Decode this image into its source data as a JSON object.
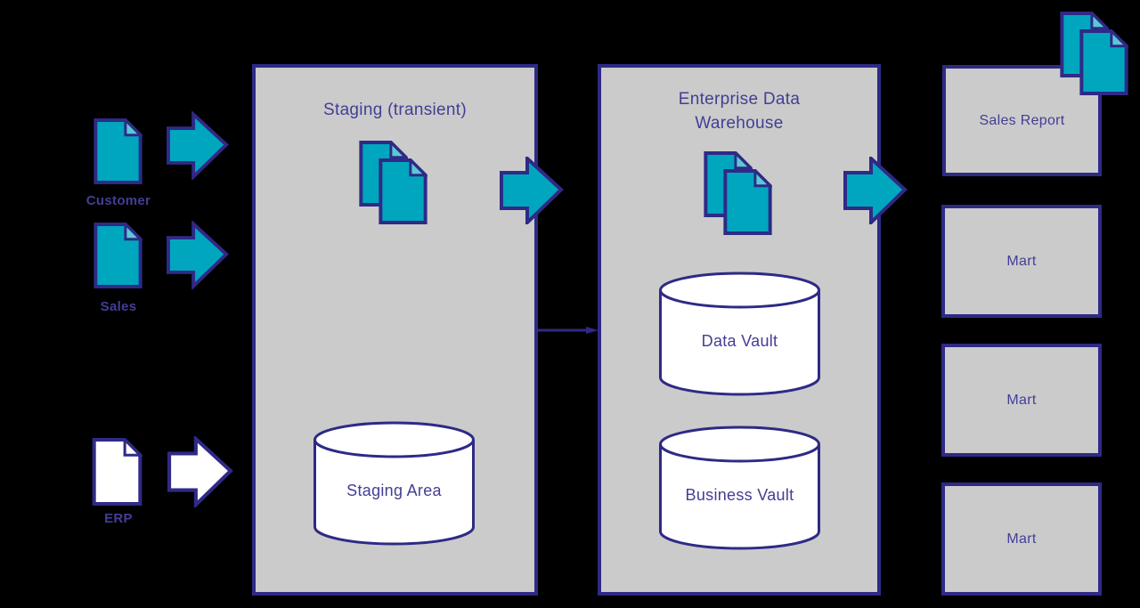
{
  "colors": {
    "background": "#000000",
    "panel_bg": "#cbcbcb",
    "outline": "#2e2a86",
    "teal": "#00a6be",
    "teal_light": "#5bc8d6",
    "paper_white": "#ffffff",
    "text": "#433e95"
  },
  "sources": [
    {
      "label": "Customer"
    },
    {
      "label": "Sales"
    },
    {
      "label": "ERP"
    }
  ],
  "staging_panel": {
    "title": "Staging (transient)",
    "database_label": "Staging Area"
  },
  "edw_panel": {
    "title_line1": "Enterprise Data",
    "title_line2": "Warehouse",
    "database1_label": "Data Vault",
    "database2_label": "Business Vault"
  },
  "outputs": [
    {
      "label": "Sales Report"
    },
    {
      "label": "Mart"
    },
    {
      "label": "Mart"
    },
    {
      "label": "Mart"
    }
  ]
}
